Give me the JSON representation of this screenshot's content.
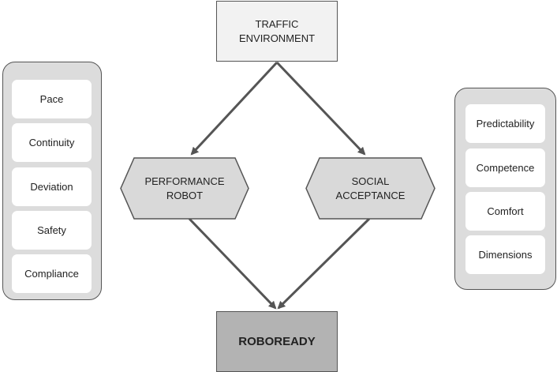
{
  "colors": {
    "panel_fill": "#dcdcdc",
    "hexagon_fill": "#d9d9d9",
    "top_box_fill": "#f2f2f2",
    "bottom_box_fill": "#b3b3b3",
    "arrow": "#555555"
  },
  "top_box": {
    "line1": "TRAFFIC",
    "line2": "ENVIRONMENT"
  },
  "performance": {
    "line1": "PERFORMANCE",
    "line2": "ROBOT"
  },
  "social": {
    "line1": "SOCIAL",
    "line2": "ACCEPTANCE"
  },
  "bottom_box": {
    "label": "ROBOREADY"
  },
  "left_panel": {
    "items": [
      "Pace",
      "Continuity",
      "Deviation",
      "Safety",
      "Compliance"
    ]
  },
  "right_panel": {
    "items": [
      "Predictability",
      "Competence",
      "Comfort",
      "Dimensions"
    ]
  }
}
